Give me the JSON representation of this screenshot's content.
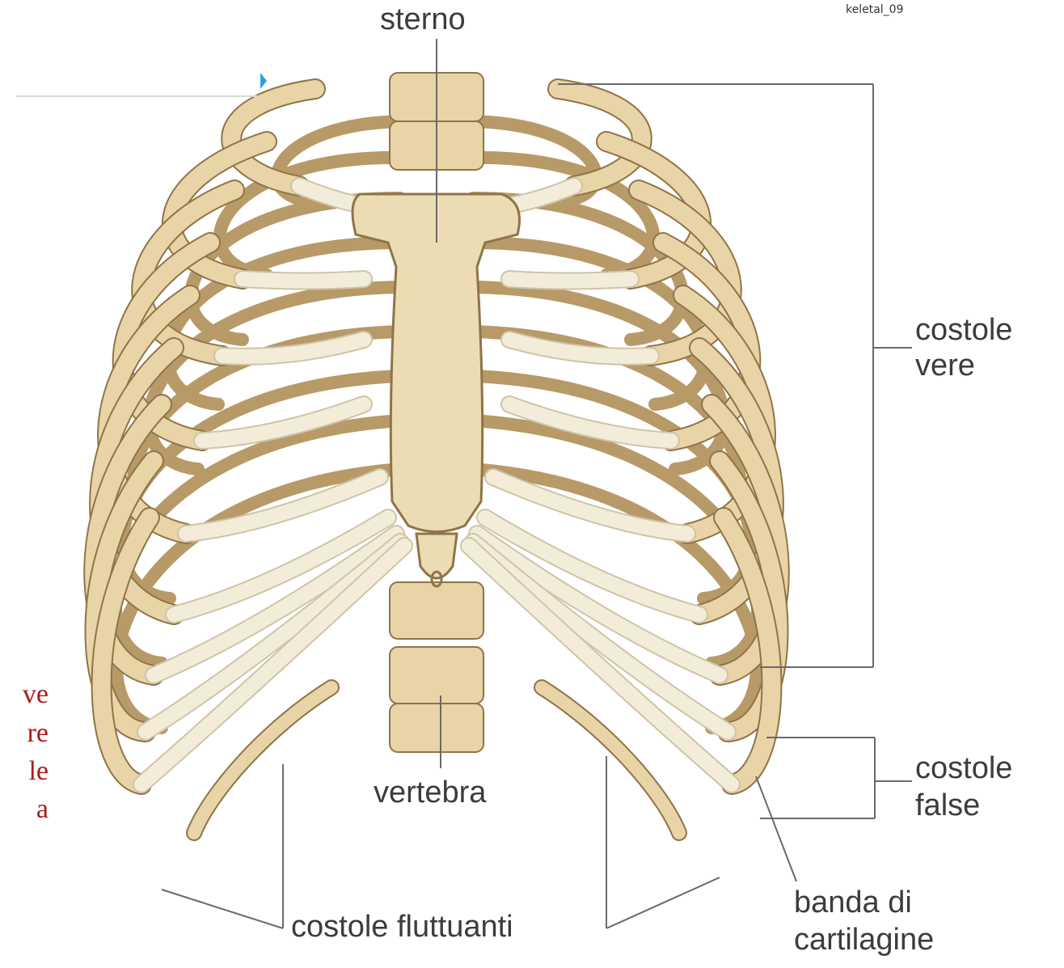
{
  "labels": {
    "sterno": "sterno",
    "costole_vere": [
      "costole",
      "vere"
    ],
    "costole_false": [
      "costole",
      "false"
    ],
    "vertebra": "vertebra",
    "costole_fluttuanti": "costole fluttuanti",
    "banda_di_cartilagine": [
      "banda di",
      "cartilagine"
    ]
  },
  "slide_watermark": "keletal_09",
  "cropped_slide_text": [
    "ve",
    "re",
    "le",
    "a"
  ],
  "colors": {
    "bone_fill": "#e8d4a6",
    "bone_shade": "#b89a68",
    "bone_outline": "#8f7448",
    "cartilage": "#f3ecd9",
    "sternum": "#ecdcb4",
    "leader_line": "#6a6a6a",
    "label_text": "#3c3c3c",
    "slide_text": "#b01818"
  }
}
